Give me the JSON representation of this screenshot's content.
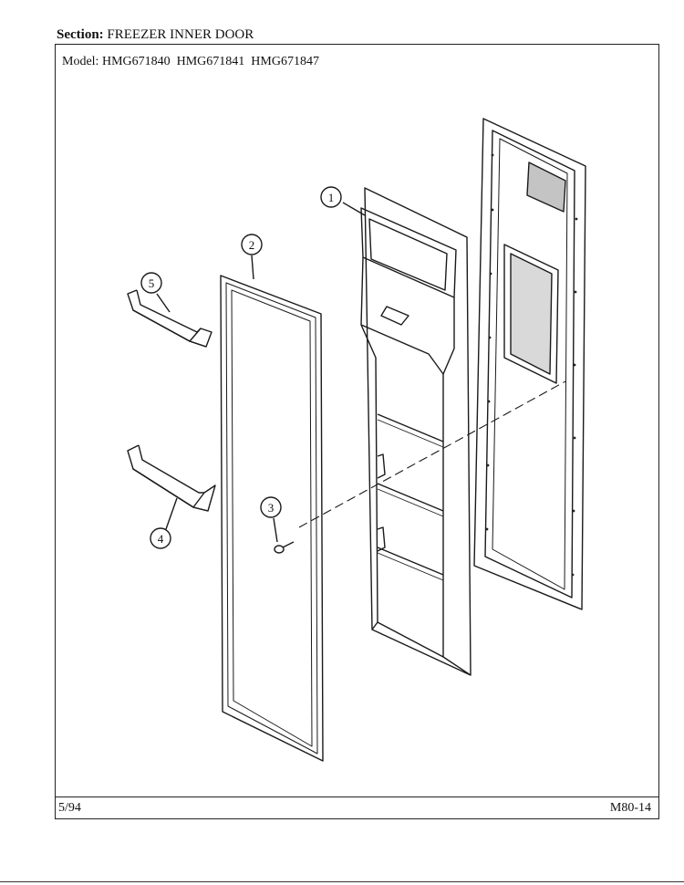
{
  "header": {
    "section_label": "Section:",
    "section_value": "FREEZER INNER DOOR"
  },
  "model": {
    "label": "Model:",
    "values": "HMG671840  HMG671841  HMG671847"
  },
  "footer": {
    "date": "5/94",
    "code": "M80-14"
  },
  "callouts": [
    {
      "number": "1",
      "part": "inner-door-liner"
    },
    {
      "number": "2",
      "part": "door-gasket"
    },
    {
      "number": "3",
      "part": "screw"
    },
    {
      "number": "4",
      "part": "lower-door-shelf"
    },
    {
      "number": "5",
      "part": "upper-door-shelf"
    }
  ]
}
